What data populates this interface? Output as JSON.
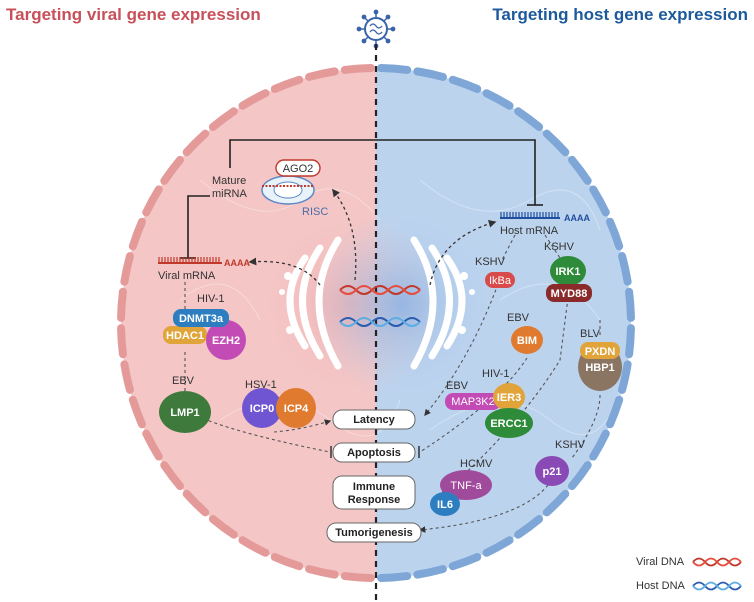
{
  "titles": {
    "left": "Targeting viral gene expression",
    "right": "Targeting host gene expression",
    "left_color": "#c8505a",
    "right_color": "#1d5a9c"
  },
  "colors": {
    "left_cell": "#f4c6c6",
    "right_cell": "#bcd3ee",
    "left_membrane": "#e59a9a",
    "right_membrane": "#7ea6d6"
  },
  "risc": {
    "mature_label_1": "Mature",
    "mature_label_2": "miRNA",
    "ago2": "AGO2",
    "risc": "RISC"
  },
  "mrna": {
    "viral": "Viral mRNA",
    "host": "Host mRNA",
    "polyA": "AAAA"
  },
  "viruses": {
    "hiv1_left": "HIV-1",
    "ebv_left": "EBV",
    "hsv1": "HSV-1",
    "kshv_1": "KSHV",
    "kshv_2": "KSHV",
    "ebv_right": "EBV",
    "hiv1_right": "HIV-1",
    "ebv_map": "EBV",
    "blv": "BLV",
    "kshv_3": "KSHV",
    "hcmv": "HCMV"
  },
  "proteins": {
    "dnmt3a": "DNMT3a",
    "hdac1": "HDAC1",
    "ezh2": "EZH2",
    "lmp1": "LMP1",
    "icp0": "ICP0",
    "icp4": "ICP4",
    "ikba": "IkBa",
    "irk1": "IRK1",
    "myd88": "MYD88",
    "bim": "BIM",
    "pxdn": "PXDN",
    "hbp1": "HBP1",
    "map3k2": "MAP3K2",
    "ier3": "IER3",
    "ercc1": "ERCC1",
    "p21": "p21",
    "tnfa": "TNF-a",
    "il6": "IL6"
  },
  "outcomes": {
    "latency": "Latency",
    "apoptosis": "Apoptosis",
    "immune_1": "Immune",
    "immune_2": "Response",
    "tumorigenesis": "Tumorigenesis"
  },
  "legend": {
    "viral": "Viral DNA",
    "host": "Host DNA"
  }
}
